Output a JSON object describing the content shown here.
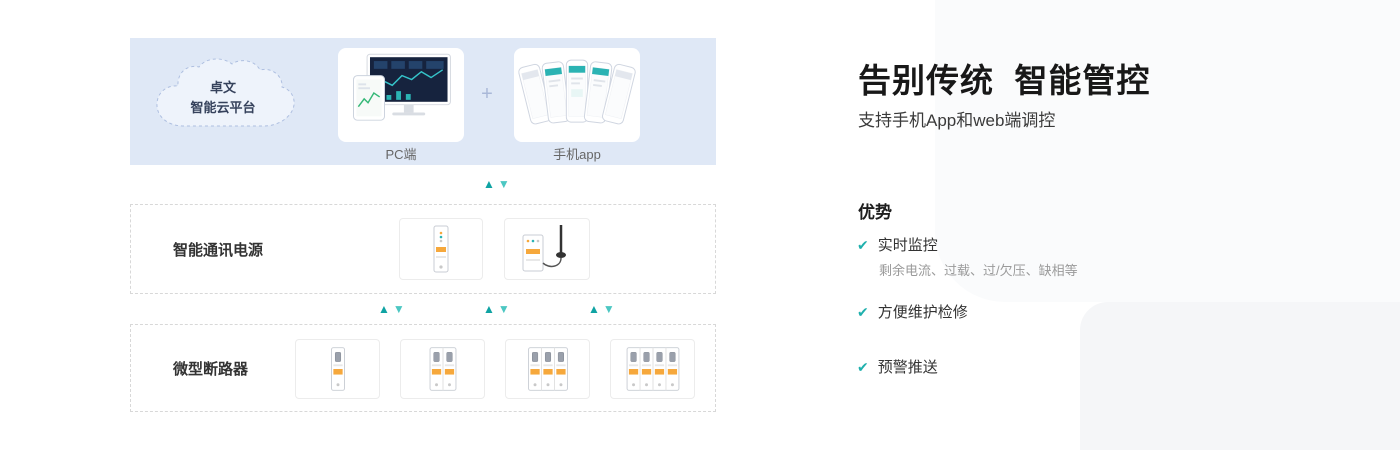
{
  "colors": {
    "teal": "#1fb0ad",
    "panel_blue": "#dfe8f6",
    "orange": "#f6a83c"
  },
  "icons": {
    "check": "✔",
    "up_arrow": "▲",
    "down_arrow": "▼",
    "plus": "+"
  },
  "diagram": {
    "cloud": {
      "line1": "卓文",
      "line2": "智能云平台"
    },
    "platform": {
      "pc_label": "PC端",
      "app_label": "手机app"
    },
    "power": {
      "label": "智能通讯电源"
    },
    "breaker": {
      "label": "微型断路器"
    }
  },
  "content": {
    "title": "告别传统  智能管控",
    "subtitle": "支持手机App和web端调控",
    "advantages_heading": "优势",
    "advantages": [
      {
        "label": "实时监控",
        "desc": "剩余电流、过载、过/欠压、缺相等"
      },
      {
        "label": "方便维护检修",
        "desc": ""
      },
      {
        "label": "预警推送",
        "desc": ""
      }
    ]
  }
}
